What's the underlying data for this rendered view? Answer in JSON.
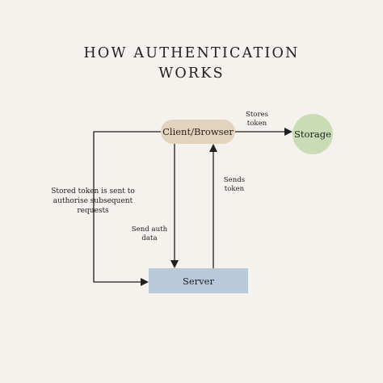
{
  "title": {
    "line1": "HOW AUTHENTICATION",
    "line2": "WORKS"
  },
  "nodes": {
    "client": "Client/Browser",
    "storage": "Storage",
    "server": "Server"
  },
  "edges": {
    "stores_token": [
      "Stores",
      "token"
    ],
    "sends_token": [
      "Sends",
      "token"
    ],
    "send_auth_data": [
      "Send auth",
      "data"
    ],
    "stored_token": [
      "Stored token is sent to",
      "authorise subsequent",
      "requests"
    ]
  },
  "colors": {
    "background": "#f5f1ec",
    "client": "#e3d3bd",
    "storage": "#c9dcb6",
    "server": "#b8c9db",
    "line": "#1f1f1f"
  }
}
